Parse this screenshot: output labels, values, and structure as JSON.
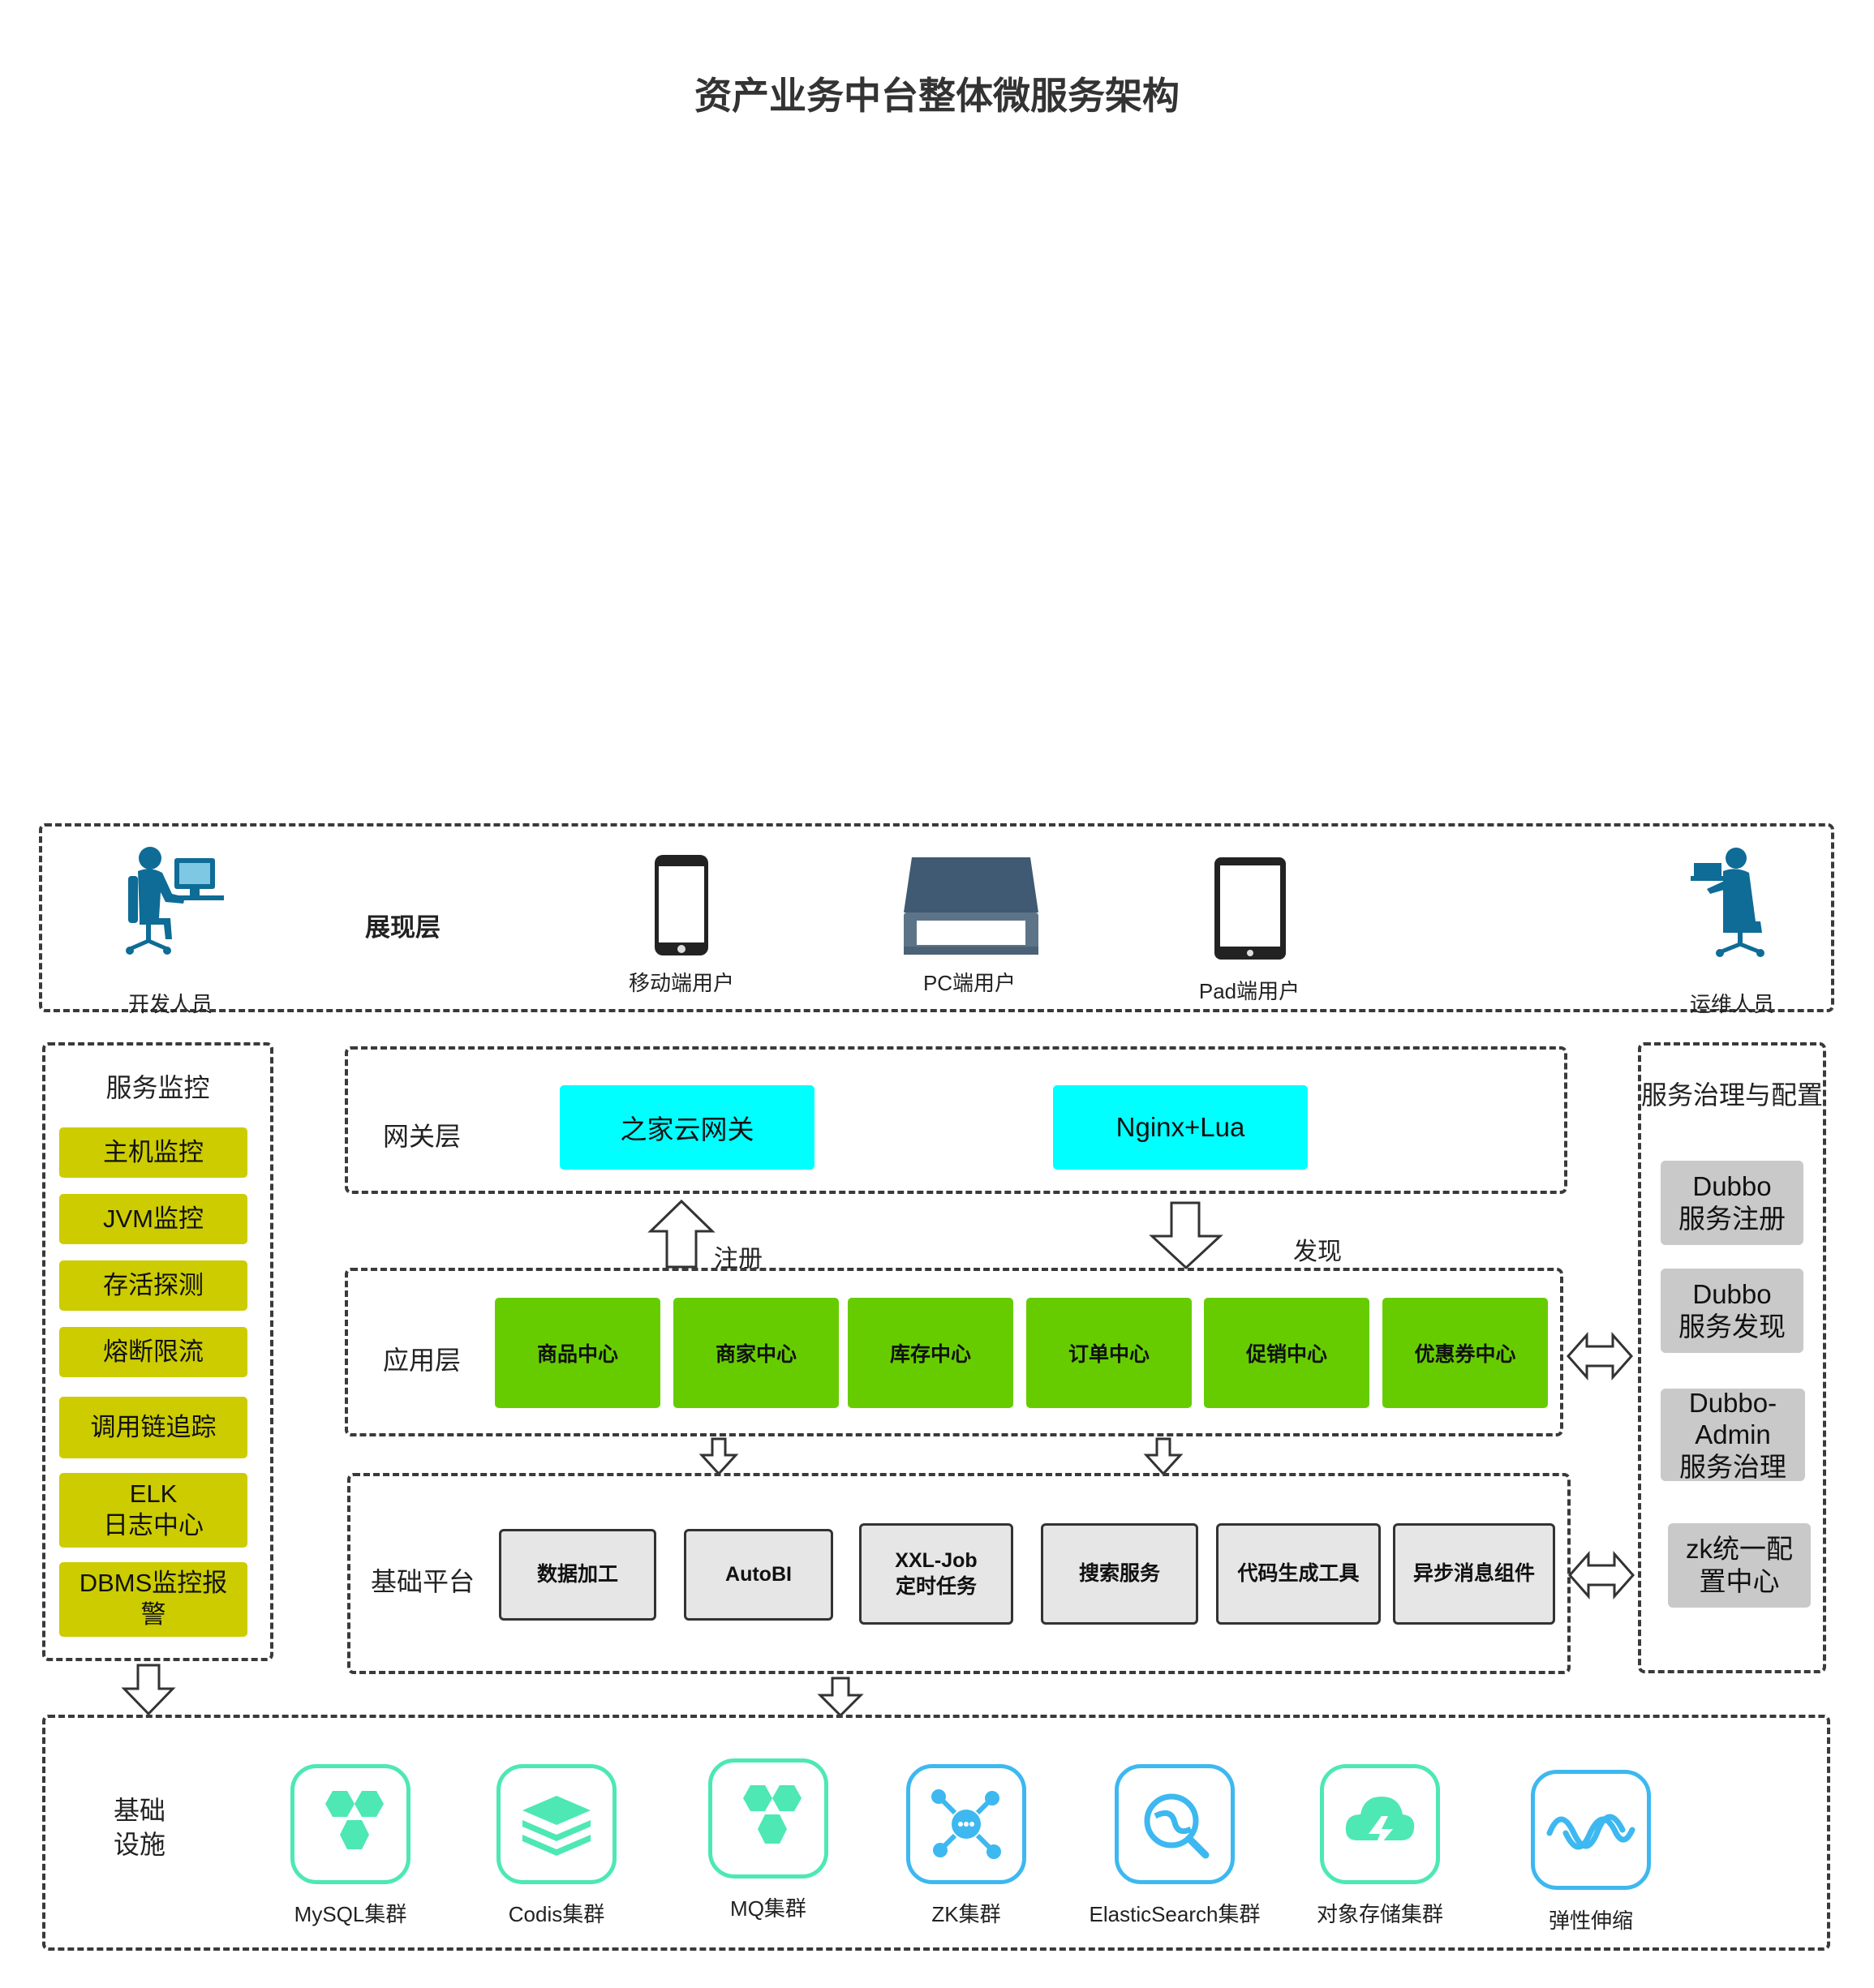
{
  "title": "资产业务中台整体微服务架构",
  "presentation": {
    "label": "展现层",
    "developer": "开发人员",
    "ops": "运维人员",
    "devices": [
      "移动端用户",
      "PC端用户",
      "Pad端用户"
    ]
  },
  "monitoring": {
    "title": "服务监控",
    "items": [
      "主机监控",
      "JVM监控",
      "存活探测",
      "熔断限流",
      "调用链追踪",
      "ELK\n日志中心",
      "DBMS监控报\n警"
    ]
  },
  "gateway": {
    "label": "网关层",
    "items": [
      "之家云网关",
      "Nginx+Lua"
    ]
  },
  "arrows": {
    "register": "注册",
    "discover": "发现"
  },
  "application": {
    "label": "应用层",
    "items": [
      "商品中心",
      "商家中心",
      "库存中心",
      "订单中心",
      "促销中心",
      "优惠券中心"
    ]
  },
  "base_platform": {
    "label": "基础平台",
    "items": [
      "数据加工",
      "AutoBI",
      "XXL-Job\n定时任务",
      "搜索服务",
      "代码生成工具",
      "异步消息组件"
    ]
  },
  "governance": {
    "title": "服务治理与配置",
    "items": [
      "Dubbo\n服务注册",
      "Dubbo\n服务发现",
      "Dubbo-\nAdmin\n服务治理",
      "zk统一配\n置中心"
    ]
  },
  "infrastructure": {
    "label": "基础\n设施",
    "items": [
      {
        "name": "MySQL集群",
        "icon": "mysql-icon"
      },
      {
        "name": "Codis集群",
        "icon": "codis-icon"
      },
      {
        "name": "MQ集群",
        "icon": "mq-icon"
      },
      {
        "name": "ZK集群",
        "icon": "zk-icon"
      },
      {
        "name": "ElasticSearch集群",
        "icon": "elasticsearch-icon"
      },
      {
        "name": "对象存储集群",
        "icon": "object-storage-icon"
      },
      {
        "name": "弹性伸缩",
        "icon": "autoscaling-icon"
      }
    ]
  },
  "colors": {
    "monitor_yellow": "#cccc00",
    "gateway_cyan": "#00ffff",
    "app_green": "#66cc00",
    "base_gray": "#e6e6e6",
    "governance_gray": "#c9c9c9",
    "icon_teal": "#4de8b4",
    "icon_blue": "#3db8f0",
    "figure_blue": "#0e6c96"
  }
}
